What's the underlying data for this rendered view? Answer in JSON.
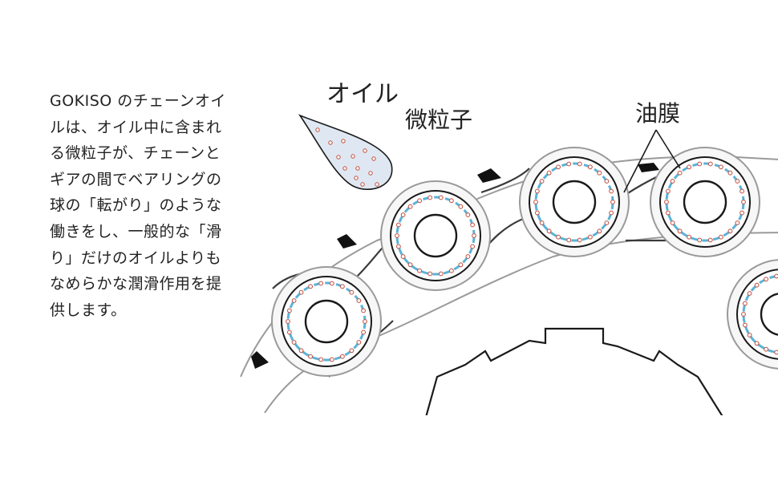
{
  "description_lines": [
    "GOKISO のチェーンオイ",
    "ルは、オイル中に含まれ",
    "る微粒子が、チェーンと",
    "ギアの間でベアリングの",
    "球の「転がり」のような",
    "働きをし、一般的な「滑",
    "り」だけのオイルよりも",
    "なめらかな潤滑作用を提",
    "供します。"
  ],
  "labels": {
    "oil": "オイル",
    "particles": "微粒子",
    "oil_film": "油膜"
  },
  "colors": {
    "line": "#1a1a1a",
    "plate_fill": "#f7f7f7",
    "oil_film": "#5ab3d8",
    "particle": "#c24a3a",
    "droplet_fill": "#dfe8f2"
  }
}
